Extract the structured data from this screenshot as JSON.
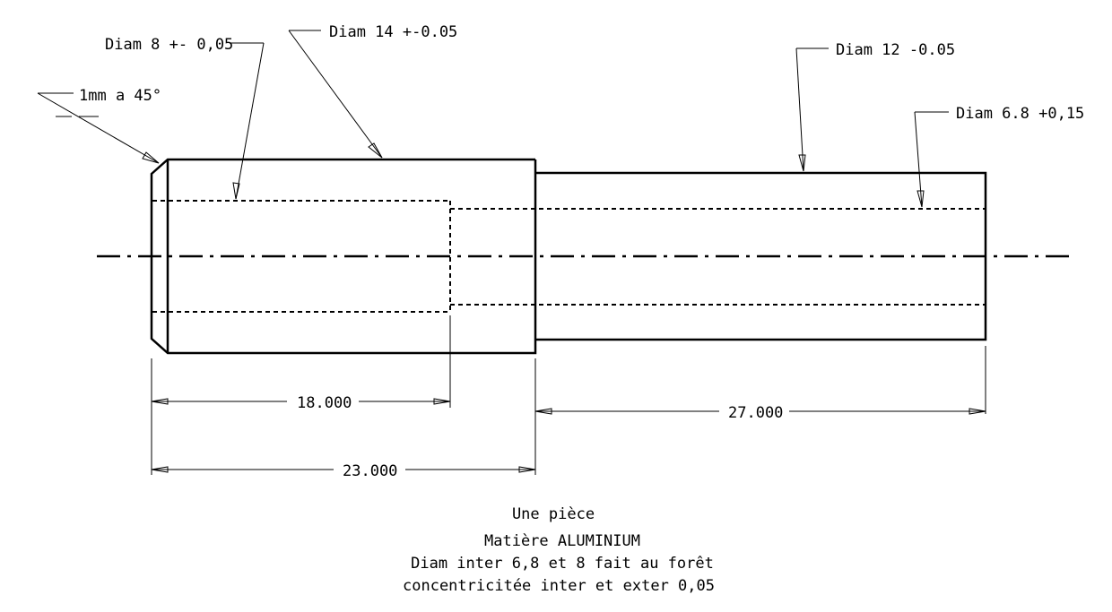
{
  "labels": {
    "chamfer": "1mm a 45°",
    "diam8": "Diam 8 +- 0,05",
    "diam14": "Diam 14 +-0.05",
    "diam12": "Diam 12 -0.05",
    "diam68": "Diam 6.8 +0,15"
  },
  "dimensions": {
    "d18": "18.000",
    "d23": "23.000",
    "d27": "27.000"
  },
  "notes": {
    "line1": "Une pièce",
    "line2": "Matière ALUMINIUM",
    "line3": "Diam inter 6,8 et 8 fait au forêt",
    "line4": "concentricitée inter et exter 0,05"
  }
}
